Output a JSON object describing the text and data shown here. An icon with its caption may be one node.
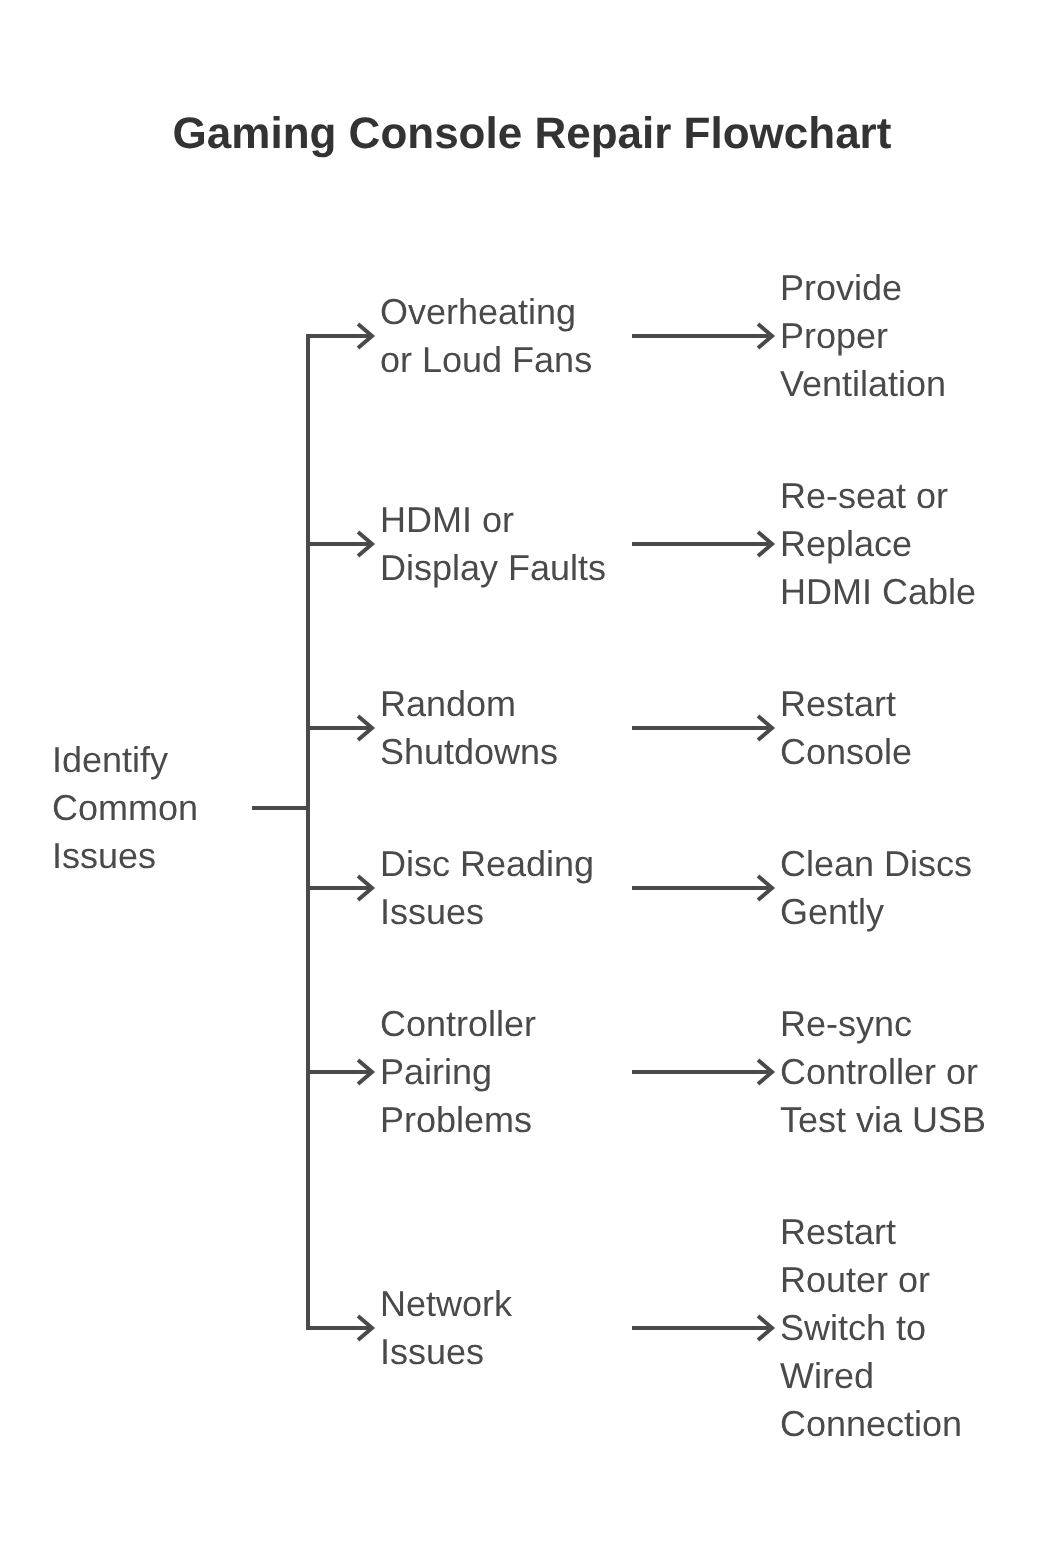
{
  "diagram": {
    "title": "Gaming Console Repair Flowchart",
    "nodes": [
      {
        "text": [
          "Identify Common Issues"
        ]
      },
      {
        "text": [
          "Overheating or Loud Fans"
        ]
      },
      {
        "text": [
          "Provide Proper Ventilation"
        ]
      },
      {
        "text": [
          "HDMI or Display Faults"
        ]
      },
      {
        "text": [
          "Re-seat or Replace HDMI Cable"
        ]
      },
      {
        "text": [
          "Random Shutdowns"
        ]
      },
      {
        "text": [
          "Restart Console"
        ]
      },
      {
        "text": [
          "Disc Reading Issues"
        ]
      },
      {
        "text": [
          "Clean Discs Gently"
        ]
      },
      {
        "text": [
          "Controller Pairing Problems"
        ]
      },
      {
        "text": [
          "Re-sync Controller or Test via USB"
        ]
      },
      {
        "text": [
          "Network Issues"
        ]
      },
      {
        "text": [
          "Restart Router or Switch to Wired Connection"
        ]
      }
    ],
    "edges": [
      {
        "from": 0,
        "to": 1,
        "arrow": "to"
      },
      {
        "from": 0,
        "to": 3,
        "arrow": "to"
      },
      {
        "from": 0,
        "to": 5,
        "arrow": "to"
      },
      {
        "from": 0,
        "to": 7,
        "arrow": "to"
      },
      {
        "from": 0,
        "to": 9,
        "arrow": "to"
      },
      {
        "from": 0,
        "to": 11,
        "arrow": "to"
      },
      {
        "from": 1,
        "to": 2,
        "arrow": "to"
      },
      {
        "from": 3,
        "to": 4,
        "arrow": "to"
      },
      {
        "from": 5,
        "to": 6,
        "arrow": "to"
      },
      {
        "from": 7,
        "to": 8,
        "arrow": "to"
      },
      {
        "from": 9,
        "to": 10,
        "arrow": "to"
      },
      {
        "from": 11,
        "to": 12,
        "arrow": "to"
      }
    ]
  }
}
